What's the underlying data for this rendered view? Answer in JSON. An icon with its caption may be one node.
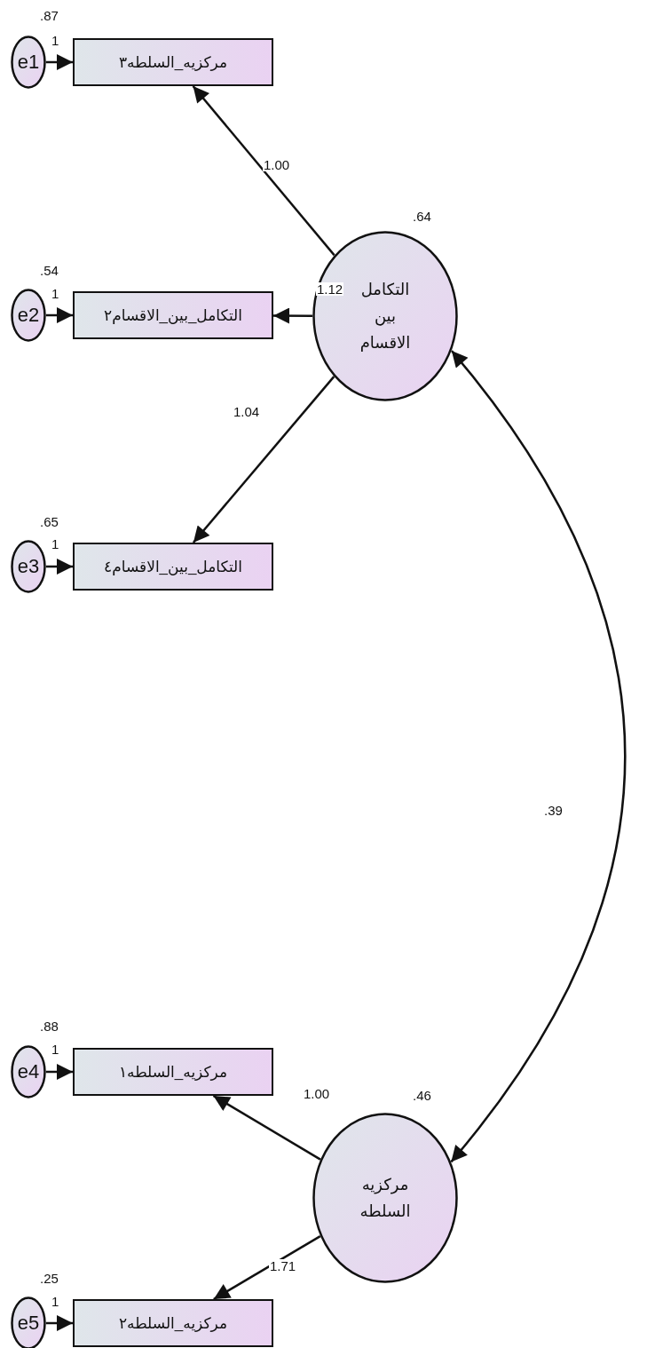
{
  "diagram": {
    "nodes": [
      {
        "text": [
          "e1"
        ],
        "beside": [
          ".87"
        ]
      },
      {
        "text": [
          "مركزيه_السلطه٣"
        ]
      },
      {
        "text": [
          "التكامل بين الاقسام"
        ],
        "beside": [
          ".64"
        ]
      },
      {
        "text": [
          "e2"
        ],
        "beside": [
          ".54"
        ]
      },
      {
        "text": [
          "التكامل_بين_الاقسام٢"
        ]
      },
      {
        "text": [
          "e3"
        ],
        "beside": [
          ".65"
        ]
      },
      {
        "text": [
          "التكامل_بين_الاقسام٤"
        ]
      },
      {
        "text": [
          "e4"
        ],
        "beside": [
          ".88"
        ]
      },
      {
        "text": [
          "مركزيه_السلطه١"
        ]
      },
      {
        "text": [
          "مركزيه السلطه"
        ],
        "beside": [
          ".46"
        ]
      },
      {
        "text": [
          "e5"
        ],
        "beside": [
          ".25"
        ]
      },
      {
        "text": [
          "مركزيه_السلطه٢"
        ]
      }
    ],
    "edges": [
      {
        "from": 0,
        "to": 1,
        "arrow": "to",
        "label": "1"
      },
      {
        "from": 2,
        "to": 1,
        "arrow": "to",
        "label": "1.00"
      },
      {
        "from": 3,
        "to": 4,
        "arrow": "to",
        "label": "1"
      },
      {
        "from": 2,
        "to": 4,
        "arrow": "to",
        "label": "1.12"
      },
      {
        "from": 5,
        "to": 6,
        "arrow": "to",
        "label": "1"
      },
      {
        "from": 2,
        "to": 6,
        "arrow": "to",
        "label": "1.04"
      },
      {
        "from": 9,
        "to": 2,
        "arrow": "both",
        "label": ".39"
      },
      {
        "from": 7,
        "to": 8,
        "arrow": "to",
        "label": "1"
      },
      {
        "from": 9,
        "to": 8,
        "arrow": "to",
        "label": "1.00"
      },
      {
        "from": 10,
        "to": 11,
        "arrow": "to",
        "label": "1"
      },
      {
        "from": 9,
        "to": 11,
        "arrow": "to",
        "label": "1.71"
      }
    ]
  }
}
